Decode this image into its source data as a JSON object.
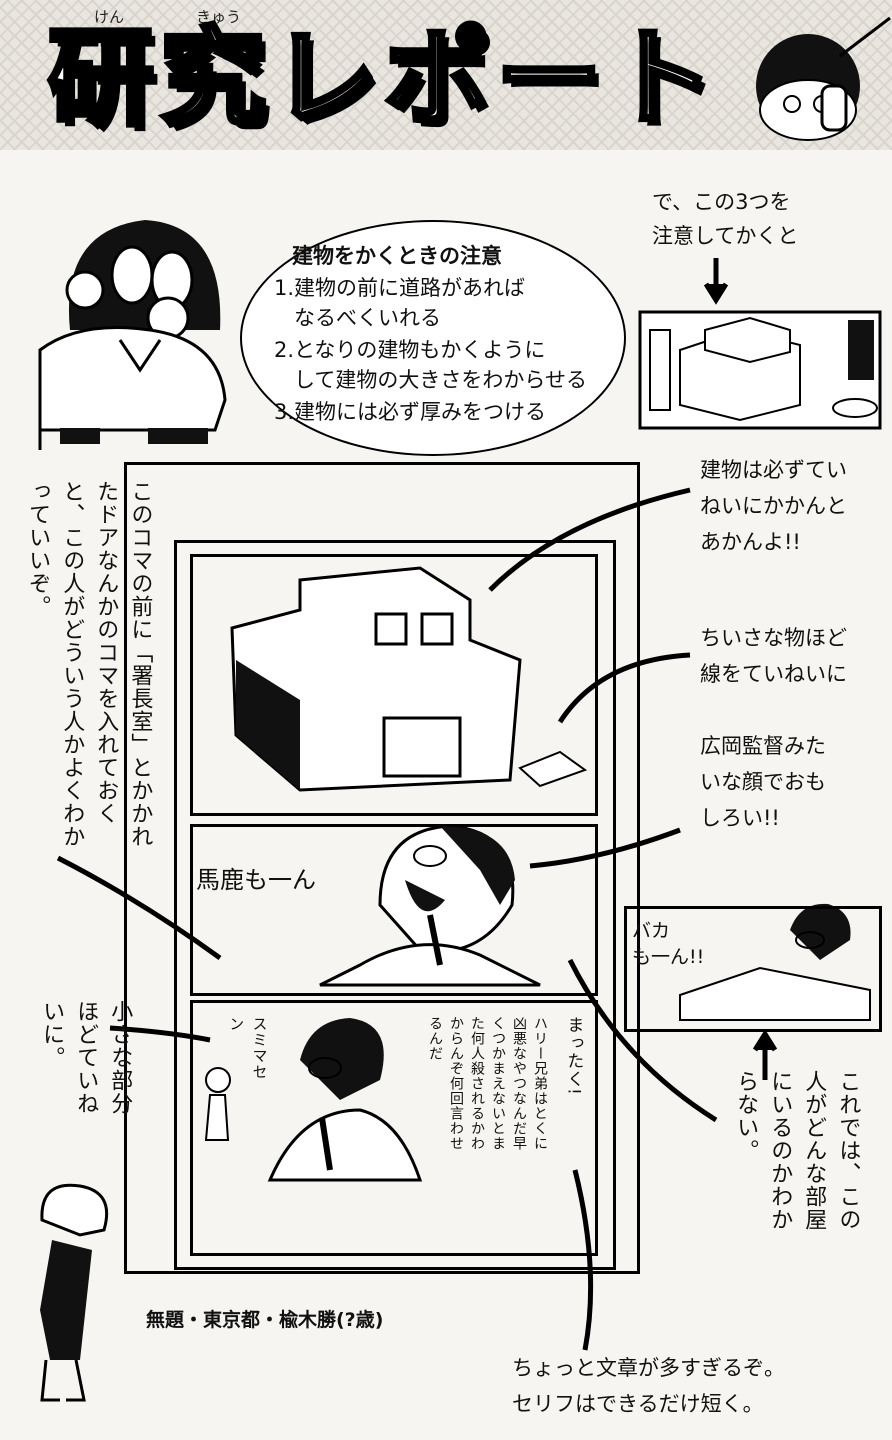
{
  "header": {
    "title": "研究レポート",
    "ruby_ken": "けん",
    "ruby_kyuu": "きゅう"
  },
  "bubble": {
    "heading": "建物をかくときの注意",
    "items": [
      "1.建物の前に道路があれば",
      "なるべくいれる",
      "2.となりの建物もかくように",
      "して建物の大きさをわからせる",
      "3.建物には必ず厚みをつける"
    ]
  },
  "notes": {
    "top_right": [
      "で、この3つを",
      "注意してかくと"
    ],
    "building": [
      "建物は必ずてい",
      "ねいにかかんと",
      "あかんよ!!"
    ],
    "small_things": [
      "ちいさな物ほど",
      "線をていねいに"
    ],
    "face": [
      "広岡監督みた",
      "いな顔でおも",
      "しろい!!"
    ],
    "left_vertical": "このコマの前に「署長室」とかかれたドアなんかのコマを入れておくと、この人がどういう人かよくわかっていいぞ。",
    "small_parts_vertical": "小さな部分ほどていねいに。",
    "room_vertical": "これでは、この人がどんな部屋にいるのかわからない。",
    "bottom": [
      "ちょっと文章が多すぎるぞ。",
      "セリフはできるだけ短く。"
    ],
    "credit": "無題・東京都・楡木勝(?歳)"
  },
  "panels": {
    "shout": "馬鹿も一ん",
    "mini_shout": [
      "バカ",
      "も一ん!!"
    ],
    "sumimasen": "スミマセン",
    "mattaku": "まったく!",
    "rant": "ハリー兄弟はとくに凶悪なやつなんだ早くつかまえないとまた何人殺されるかわからんぞ何回言わせるんだ"
  }
}
